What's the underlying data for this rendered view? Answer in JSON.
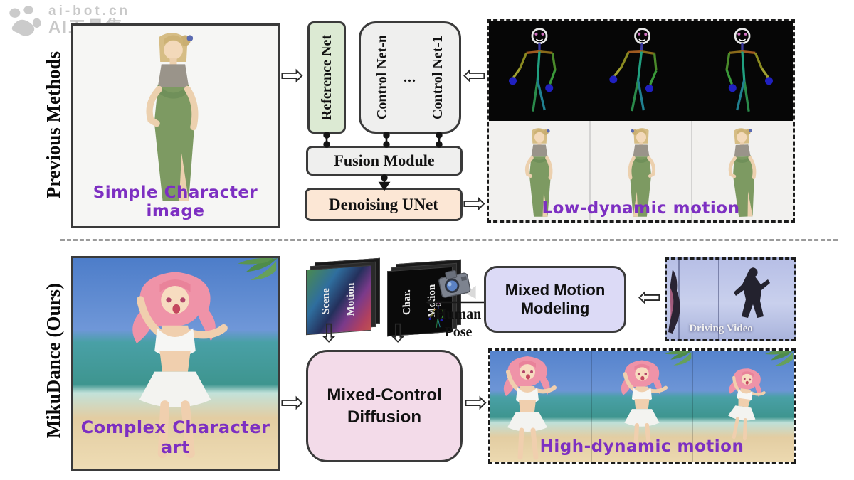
{
  "watermark": {
    "brand": "ai-bot.cn",
    "brand_cn": "AI工具集"
  },
  "sections": {
    "previous": "Previous Methods",
    "ours": "MikuDance (Ours)"
  },
  "previous": {
    "input_caption": "Simple Character image",
    "reference_net": "Reference Net",
    "control_net_n": "Control Net-n",
    "control_dots": "...",
    "control_net_1": "Control Net-1",
    "fusion_module": "Fusion Module",
    "denoising_unet": "Denoising UNet",
    "output_caption": "Low-dynamic motion"
  },
  "ours": {
    "input_caption": "Complex Character art",
    "scene_motion": {
      "line1": "Scene",
      "line2": "Motion"
    },
    "char_motion": {
      "line1": "Char.",
      "line2": "Motion"
    },
    "human_pose": {
      "line1": "Human",
      "line2": "Pose"
    },
    "mixed_motion_modeling": "Mixed Motion Modeling",
    "driving_video_caption": "Driving Video",
    "mixed_control_diffusion": "Mixed-Control Diffusion",
    "output_caption": "High-dynamic motion"
  },
  "glyphs": {
    "arrow_right": "⇨",
    "arrow_left": "⇦",
    "arrow_down": "⇩"
  },
  "colors": {
    "reference_net_bg": "#dcead3",
    "control_net_bg": "#efefee",
    "fusion_bg": "#efefee",
    "denoising_bg": "#fce7d5",
    "mixed_motion_bg": "#dcdaf6",
    "mixed_control_bg": "#f3dbe9",
    "caption_purple": "#7d2fc2",
    "pose_panel_bg": "#060606"
  }
}
